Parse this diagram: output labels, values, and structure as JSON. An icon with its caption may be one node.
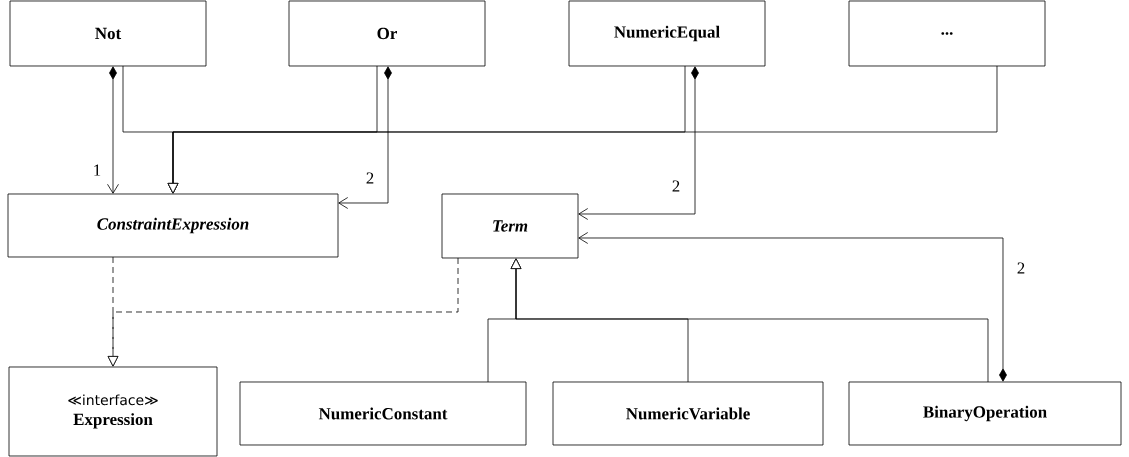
{
  "diagram": {
    "nodes": [
      {
        "text": [
          "Not"
        ]
      },
      {
        "text": [
          "Or"
        ]
      },
      {
        "text": [
          "NumericEqual"
        ]
      },
      {
        "text": [
          "..."
        ]
      },
      {
        "text": [
          "ConstraintExpression"
        ]
      },
      {
        "text": [
          "Term"
        ]
      },
      {
        "text": [
          "≪interface≫",
          "Expression"
        ]
      },
      {
        "text": [
          "NumericConstant"
        ]
      },
      {
        "text": [
          "NumericVariable"
        ]
      },
      {
        "text": [
          "BinaryOperation"
        ]
      }
    ],
    "edges": [
      {
        "from": 0,
        "to": 4,
        "arrow": "to",
        "label": "1"
      },
      {
        "from": 1,
        "to": 4,
        "arrow": "to",
        "label": "2"
      },
      {
        "from": 2,
        "to": 5,
        "arrow": "to",
        "label": "2"
      },
      {
        "from": 9,
        "to": 5,
        "arrow": "to",
        "label": "2"
      },
      {
        "from": 0,
        "to": 4,
        "arrow": "to"
      },
      {
        "from": 1,
        "to": 4,
        "arrow": "to"
      },
      {
        "from": 2,
        "to": 4,
        "arrow": "to"
      },
      {
        "from": 3,
        "to": 4,
        "arrow": "to"
      },
      {
        "from": 4,
        "to": 6,
        "arrow": "to",
        "style": "dashed"
      },
      {
        "from": 5,
        "to": 6,
        "arrow": "to",
        "style": "dashed"
      },
      {
        "from": 7,
        "to": 5,
        "arrow": "to"
      },
      {
        "from": 8,
        "to": 5,
        "arrow": "to"
      },
      {
        "from": 9,
        "to": 5,
        "arrow": "to"
      }
    ]
  }
}
